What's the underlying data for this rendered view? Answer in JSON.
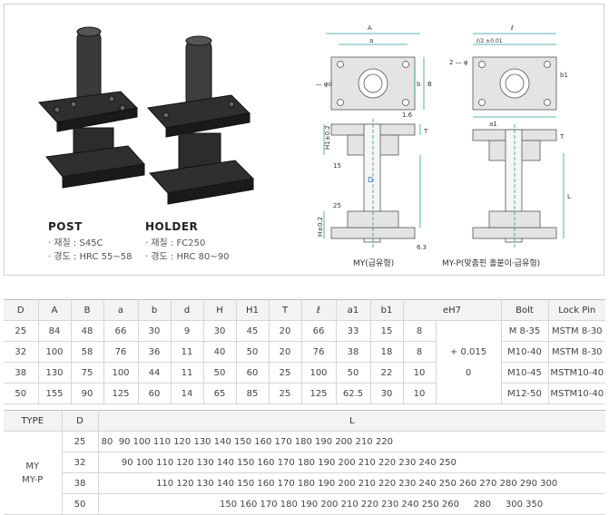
{
  "captions": {
    "post_title": "POST",
    "post_line1": "· 재질 : S45C",
    "post_line2": "· 경도 : HRC 55~58",
    "holder_title": "HOLDER",
    "holder_line1": "· 재질 : FC250",
    "holder_line2": "· 경도 : HRC 80~90"
  },
  "drawing": {
    "my_label": "MY(급유형)",
    "myp_label": "MY-P(맞춤핀 홀붙이·급유형)",
    "dim_A": "A",
    "dim_a": "a",
    "dim_B": "B",
    "dim_b": "b",
    "dim_d": "4 — φd",
    "dim_l": "ℓ",
    "dim_l_half": "ℓ/2 ±0.01",
    "dim_2pin": "2 — φ",
    "dim_a1": "a1",
    "dim_b1": "b1",
    "dim_T": "T",
    "dim_D": "D",
    "dim_L": "L",
    "dim_H1": "H1±0.2",
    "dim_H": "H±0.2",
    "dim_15": "15",
    "dim_25": "25",
    "dim_63": "6.3",
    "dim_16": "1.6"
  },
  "spec_table": {
    "headers": [
      "D",
      "A",
      "B",
      "a",
      "b",
      "d",
      "H",
      "H1",
      "T",
      "ℓ",
      "a1",
      "b1",
      "eH7",
      "",
      "Bolt",
      "Lock Pin"
    ],
    "rows": [
      [
        "25",
        "84",
        "48",
        "66",
        "30",
        "9",
        "30",
        "45",
        "20",
        "66",
        "33",
        "15",
        "8",
        "",
        "M 8-35",
        "MSTM 8-30"
      ],
      [
        "32",
        "100",
        "58",
        "76",
        "36",
        "11",
        "40",
        "50",
        "20",
        "76",
        "38",
        "18",
        "8",
        "+ 0.015",
        "M10-40",
        "MSTM 8-30"
      ],
      [
        "38",
        "130",
        "75",
        "100",
        "44",
        "11",
        "50",
        "60",
        "25",
        "100",
        "50",
        "22",
        "10",
        "0",
        "M10-45",
        "MSTM10-40"
      ],
      [
        "50",
        "155",
        "90",
        "125",
        "60",
        "14",
        "65",
        "85",
        "25",
        "125",
        "62.5",
        "30",
        "10",
        "",
        "M12-50",
        "MSTM10-40"
      ]
    ]
  },
  "length_table": {
    "headers": [
      "TYPE",
      "D",
      "L"
    ],
    "type_line1": "MY",
    "type_line2": "MY-P",
    "rows": [
      {
        "d": "25",
        "lengths": " 80  90 100 110 120 130 140 150 160 170 180 190 200 210 220"
      },
      {
        "d": "32",
        "lengths": "        90 100 110 120 130 140 150 160 170 180 190 200 210 220 230 240 250"
      },
      {
        "d": "38",
        "lengths": "                    110 120 130 140 150 160 170 180 190 200 210 220 230 240 250 260 270 280 290 300"
      },
      {
        "d": "50",
        "lengths": "                                          150 160 170 180 190 200 210 220 230 240 250 260     280     300 350"
      }
    ]
  }
}
